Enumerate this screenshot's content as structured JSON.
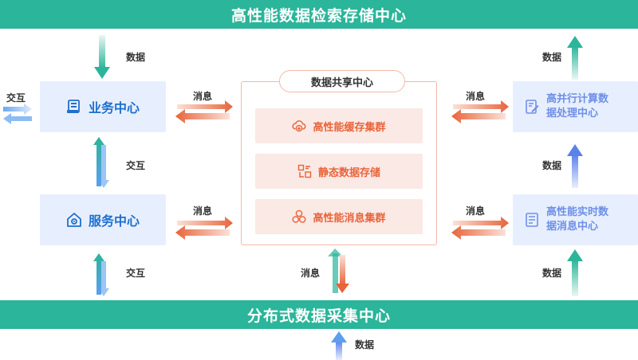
{
  "banners": {
    "top": "高性能数据检索存储中心",
    "bottom": "分布式数据采集中心"
  },
  "left_boxes": {
    "business": {
      "title": "业务中心",
      "icon": "book-icon"
    },
    "service": {
      "title": "服务中心",
      "icon": "house-gear-icon"
    }
  },
  "share_center": {
    "title": "数据共享中心",
    "clusters": [
      {
        "label": "高性能缓存集群",
        "icon": "cloud-download-icon"
      },
      {
        "label": "静态数据存储",
        "icon": "storage-icon"
      },
      {
        "label": "高性能消息集群",
        "icon": "hexagons-icon"
      }
    ]
  },
  "right_boxes": {
    "compute": {
      "line1": "高并行计算数",
      "line2": "据处理中心",
      "icon": "document-edit-icon"
    },
    "realtime": {
      "line1": "高性能实时数",
      "line2": "据消息中心",
      "icon": "document-list-icon"
    }
  },
  "labels": {
    "data_top_left": "数据",
    "data_top_right": "数据",
    "interact_left": "交互",
    "msg_top_left": "消息",
    "msg_top_right": "消息",
    "interact_mid_left": "交互",
    "data_mid_right": "数据",
    "msg_mid_left": "消息",
    "msg_mid_right": "消息",
    "interact_bottom_left": "交互",
    "msg_bottom_center": "消息",
    "data_bottom_right": "数据",
    "data_input": "数据"
  },
  "colors": {
    "banner": "#2bb59a",
    "blue_text": "#1f6fcf",
    "orange": "#e8643a",
    "box_bg": "#e7efff",
    "cluster_bg": "#fbe9e5"
  }
}
